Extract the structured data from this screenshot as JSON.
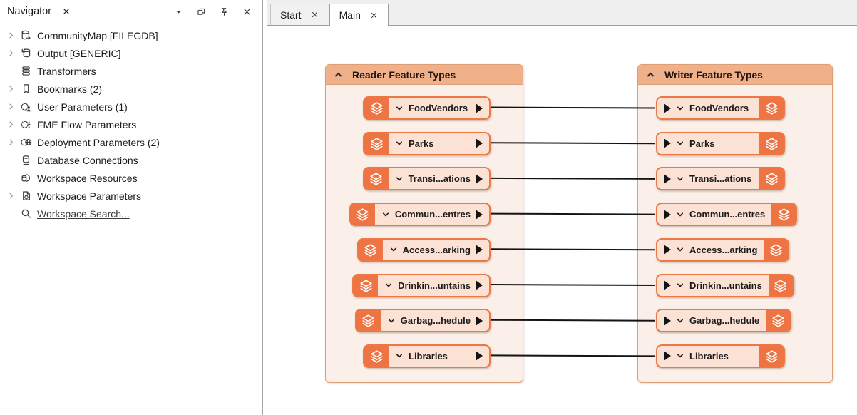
{
  "navigator": {
    "title": "Navigator",
    "window_buttons": [
      {
        "icon": "dropdown-caret"
      },
      {
        "icon": "float-window"
      },
      {
        "icon": "pin"
      },
      {
        "icon": "close"
      }
    ],
    "items": [
      {
        "label": "CommunityMap [FILEGDB]",
        "icon": "reader-database",
        "expandable": true,
        "link": false
      },
      {
        "label": "Output [GENERIC]",
        "icon": "writer-database",
        "expandable": true,
        "link": false
      },
      {
        "label": "Transformers",
        "icon": "transformers-stack",
        "expandable": false,
        "link": false
      },
      {
        "label": "Bookmarks (2)",
        "icon": "bookmark",
        "expandable": true,
        "link": false
      },
      {
        "label": "User Parameters (1)",
        "icon": "user-parameters",
        "expandable": true,
        "link": false
      },
      {
        "label": "FME Flow Parameters",
        "icon": "flow-parameters",
        "expandable": true,
        "link": false
      },
      {
        "label": "Deployment Parameters (2)",
        "icon": "deployment-parameters",
        "expandable": true,
        "link": false
      },
      {
        "label": "Database Connections",
        "icon": "database-connections",
        "expandable": false,
        "link": false
      },
      {
        "label": "Workspace Resources",
        "icon": "workspace-resources",
        "expandable": false,
        "link": false
      },
      {
        "label": "Workspace Parameters",
        "icon": "workspace-parameters",
        "expandable": true,
        "link": false
      },
      {
        "label": "Workspace Search...",
        "icon": "search",
        "expandable": false,
        "link": true
      }
    ]
  },
  "editor": {
    "tabs": [
      {
        "label": "Start",
        "active": false
      },
      {
        "label": "Main",
        "active": true
      }
    ]
  },
  "canvas": {
    "reader_bookmark": {
      "title": "Reader Feature Types"
    },
    "writer_bookmark": {
      "title": "Writer Feature Types"
    },
    "feature_types": [
      "FoodVendors",
      "Parks",
      "Transi...ations",
      "Commun...entres",
      "Access...arking",
      "Drinkin...untains",
      "Garbag...hedule",
      "Libraries"
    ],
    "connections": [
      [
        0,
        0
      ],
      [
        1,
        1
      ],
      [
        2,
        2
      ],
      [
        3,
        3
      ],
      [
        4,
        4
      ],
      [
        5,
        5
      ],
      [
        6,
        6
      ],
      [
        7,
        7
      ]
    ]
  },
  "colors": {
    "node_border": "#ed7845",
    "node_fill": "#fce2d5",
    "node_icon_bg": "#ef7444",
    "bookmark_header": "#f0b18a",
    "bookmark_fill": "#faf0e9",
    "bookmark_border": "#df9f76",
    "connection_line": "#141414"
  }
}
